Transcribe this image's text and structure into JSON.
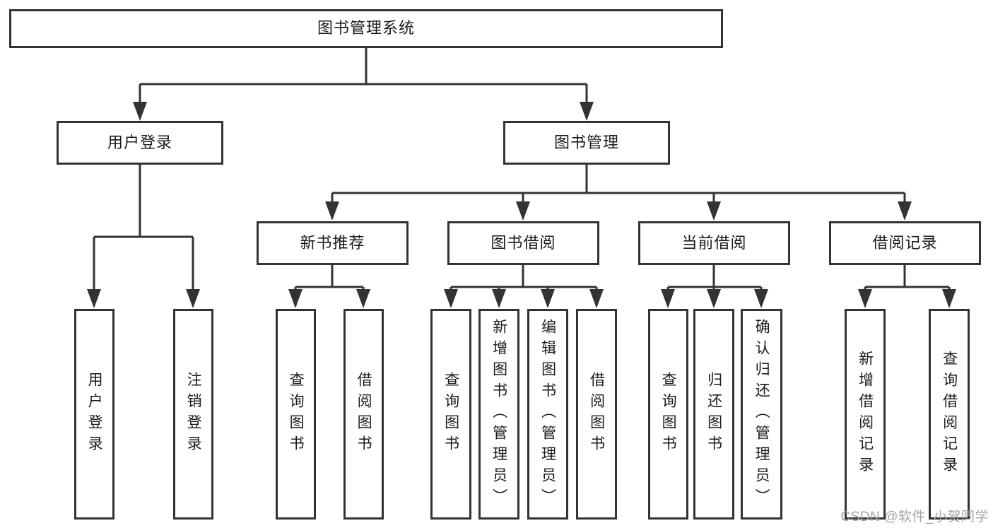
{
  "diagram": {
    "root": {
      "label": "图书管理系统"
    },
    "level2": [
      {
        "label": "用户登录"
      },
      {
        "label": "图书管理"
      }
    ],
    "level3": [
      {
        "label": "新书推荐",
        "parent": "图书管理"
      },
      {
        "label": "图书借阅",
        "parent": "图书管理"
      },
      {
        "label": "当前借阅",
        "parent": "图书管理"
      },
      {
        "label": "借阅记录",
        "parent": "图书管理"
      }
    ],
    "leaves": [
      {
        "label": "用户登录",
        "parent": "用户登录"
      },
      {
        "label": "注销登录",
        "parent": "用户登录"
      },
      {
        "label": "查询图书",
        "parent": "新书推荐"
      },
      {
        "label": "借阅图书",
        "parent": "新书推荐"
      },
      {
        "label": "查询图书",
        "parent": "图书借阅"
      },
      {
        "label": "新增图书（管理员）",
        "parent": "图书借阅"
      },
      {
        "label": "编辑图书（管理员）",
        "parent": "图书借阅"
      },
      {
        "label": "借阅图书",
        "parent": "图书借阅"
      },
      {
        "label": "查询图书",
        "parent": "当前借阅"
      },
      {
        "label": "归还图书",
        "parent": "当前借阅"
      },
      {
        "label": "确认归还（管理员）",
        "parent": "当前借阅"
      },
      {
        "label": "新增借阅记录",
        "parent": "借阅记录"
      },
      {
        "label": "查询借阅记录",
        "parent": "借阅记录"
      }
    ],
    "watermark": {
      "text": "CSDN @软件_小贺同学"
    },
    "colors": {
      "line": "#333333",
      "text": "#1a1a1a",
      "box_background": "#ffffff",
      "watermark": "#a3a3a3"
    }
  }
}
